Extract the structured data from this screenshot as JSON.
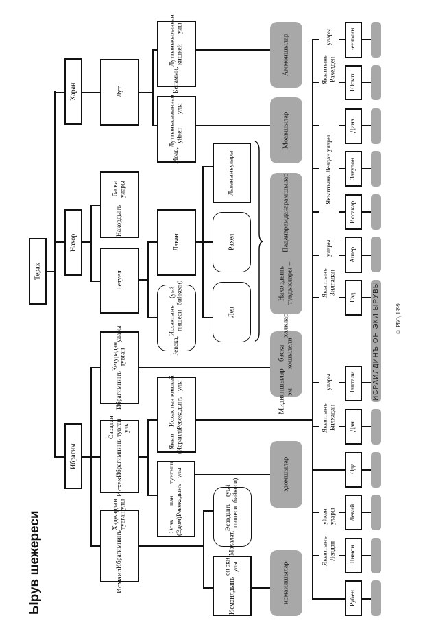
{
  "title": "Ырув шежереси",
  "copyright": "© РБО, 1999",
  "gen1": {
    "terah": "Терах"
  },
  "gen2": {
    "haran": "Харан",
    "nahor": "Нахор",
    "ibragim": "Ибрагим"
  },
  "gen3": {
    "lut": "Лут",
    "nahor_other": [
      "Нахордынъ",
      "баска улары"
    ],
    "betuel": "Бетуел",
    "keturah": [
      "Ибрагимнинъ",
      "Кетурадан тувган",
      "улары"
    ],
    "isaak": [
      "Исхак",
      "Ибрагимнинъ",
      "Сарадан тувган улы"
    ],
    "ismail": [
      "Исмаил",
      "Ибрагимнинъ",
      "Хаджардан тувган улы"
    ]
  },
  "gen4": {
    "benammi": [
      "Бенамми,",
      "Луттынъ кишкей",
      "кызыннан улы"
    ],
    "moav": [
      "Моав,",
      "Луттынъ уйкен",
      "кызыннан улы"
    ],
    "lavan": "Лаван",
    "reveka": [
      "Ревека,",
      "Исхактынъ пишеси",
      "(уьй бийкеси)"
    ],
    "yakup": [
      "Якып (Исраил)",
      "Исхак пан Ревекадынъ",
      "кишкей улы"
    ],
    "esav": [
      "Эсав (Эдом)",
      "пан Ревекадынъ",
      "тунгыш улы"
    ]
  },
  "gen5": {
    "lavan_sons": [
      "Лаванынъ",
      "улары"
    ],
    "rahel": "Рахел",
    "leya": "Лея",
    "mahalat": [
      "Махалат,",
      "Эсавдынъ пишеси",
      "(уьй бийкеси)"
    ],
    "ismail_sons": [
      "Исмаилдынъ",
      "он эки улы"
    ]
  },
  "peoples": {
    "ammon": "Аммоншылар",
    "moab": "Моавшылар",
    "aram": [
      "Нахордынъ тувдыклары –",
      "Паданарамдан",
      "арамшылар"
    ],
    "midian": [
      "Мидияншылар эм",
      "баска кошылели",
      "халклар"
    ],
    "edom": "эдомшылар",
    "ismail": "исмаилшылар"
  },
  "son_groups": [
    {
      "label": [
        "Якыптынъ Рахелден",
        "улары"
      ]
    },
    {
      "label": [
        "Якыптынъ Леядан улары"
      ]
    },
    {
      "label": [
        "Якыптынъ Зилпадан",
        "улары"
      ]
    },
    {
      "label": [
        "Якыптынъ Билхадан",
        "улары"
      ]
    },
    {
      "label": [
        "Якыптынъ Леядан",
        "уйкен улары"
      ]
    }
  ],
  "sons": [
    "Бенямин",
    "Юсып",
    "Дина",
    "Завулон",
    "Иссакар",
    "Ашер",
    "Гад",
    "Наптали",
    "Дан",
    "Юда",
    "Левий",
    "Шимон",
    "Рубен"
  ],
  "tribes_label": "ИСРАИЛДИНЪ ОН ЭКИ ЫРУВЫ"
}
